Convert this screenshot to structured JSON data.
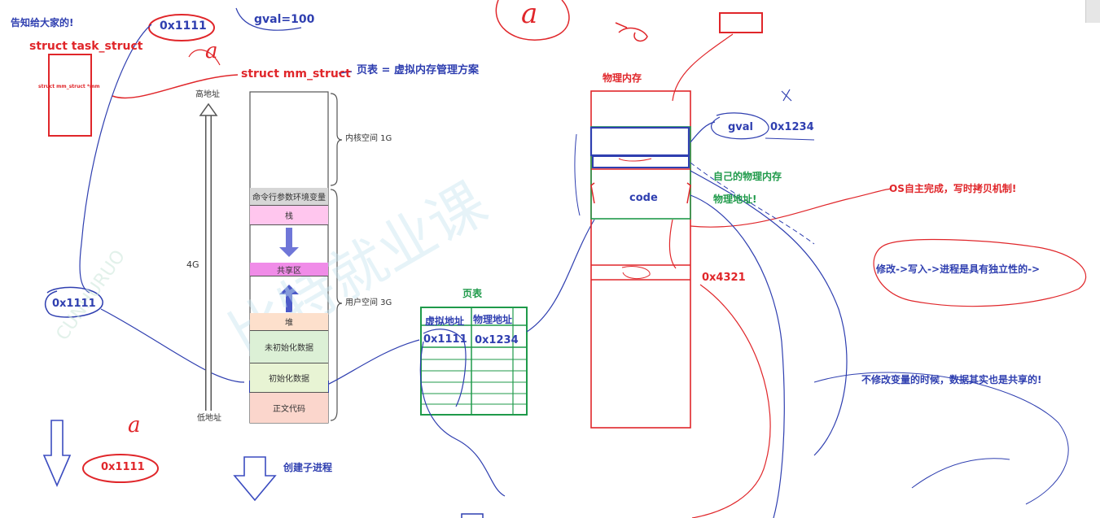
{
  "texts": {
    "notify_all": "告知给大家的!",
    "task_struct": "struct task_struct",
    "mm_ptr": "struct mm_struct *mm",
    "addr_top": "0x1111",
    "addr_left": "0x1111",
    "addr_bottom": "0x1111",
    "gval_100": "gval=100",
    "mm_struct": "struct mm_struct",
    "page_table_eq": "页表 = 虚拟内存管理方案",
    "high_addr": "高地址",
    "low_addr": "低地址",
    "size_4g": "4G",
    "kernel_space": "内核空间 1G",
    "user_space": "用户空间 3G",
    "create_child": "创建子进程",
    "page_table_title": "页表",
    "phys_mem_title": "物理内存",
    "gval": "gval",
    "addr_1234": "0x1234",
    "own_phys": "自己的物理内存",
    "phys_addr": "物理地址!",
    "code": "code",
    "os_cow": "OS自主完成，写时拷贝机制!",
    "addr_4321": "0x4321",
    "modify_write": "修改->写入->进程是具有独立性的->",
    "no_modify_shared": "不修改变量的时候，数据其实也是共享的!",
    "handwritten_a1": "a",
    "handwritten_a2": "a",
    "handwritten_a3": "a"
  },
  "segments": [
    "命令行参数环境变量",
    "栈",
    "共享区",
    "堆",
    "未初始化数据",
    "初始化数据",
    "正文代码"
  ],
  "page_table": {
    "headers": [
      "虚拟地址",
      "物理地址"
    ],
    "row": [
      "0x1111",
      "0x1234"
    ]
  },
  "colors": {
    "red": "#e0262a",
    "blue": "#2f3fb0",
    "green": "#1f9a4a",
    "pink": "#ffc6ee",
    "magenta": "#f08ce8",
    "peach": "#fde0cc",
    "lightgreen": "#dcf0d6",
    "palegreen": "#e8f4d4",
    "salmon": "#fbd6cc",
    "gray": "#d6d6d6"
  }
}
